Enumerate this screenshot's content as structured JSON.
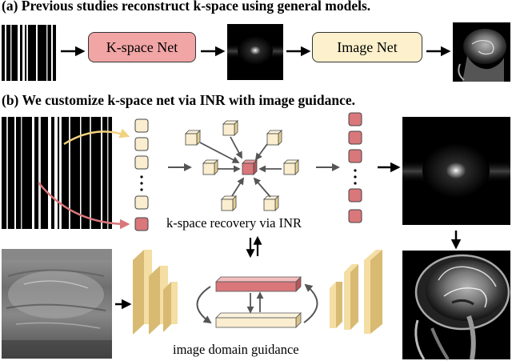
{
  "panel_a": {
    "title": "(a) Previous studies reconstruct k-space using general models.",
    "kspace_net_label": "K-space Net",
    "image_net_label": "Image Net"
  },
  "panel_b": {
    "title": "(b) We customize k-space net via INR with image guidance.",
    "inr_label": "k-space recovery via INR",
    "guidance_label": "image domain guidance"
  },
  "colors": {
    "kspace_net_fill": "#f2a5a5",
    "image_net_fill": "#fdf0cc",
    "pink_node": "#d9777b",
    "yellow_node": "#fbeed0",
    "layer_front": "#f4dea3",
    "layer_side": "#d8ba72",
    "arrow_gray": "#555555"
  }
}
